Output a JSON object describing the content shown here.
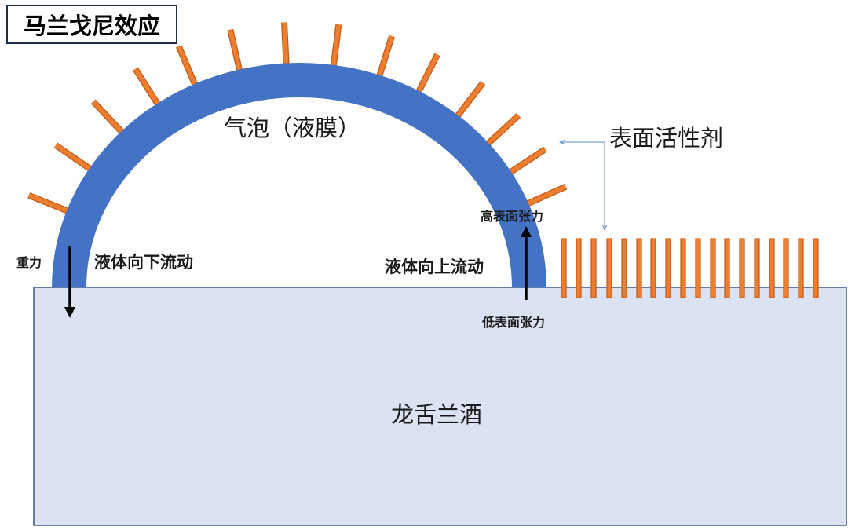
{
  "title": "马兰戈尼效应",
  "labels": {
    "bubble": "气泡（液膜）",
    "surfactant": "表面活性剂",
    "high_tension": "高表面张力",
    "low_tension": "低表面张力",
    "gravity": "重力",
    "flow_down": "液体向下流动",
    "flow_up": "液体向上流动",
    "liquid": "龙舌兰酒"
  },
  "colors": {
    "film": "#4472c4",
    "surfactant": "#ed7d31",
    "liquid": "#dbe2f1",
    "liquid_border": "#3b5a8c",
    "arrow": "#000000",
    "pointer": "#5b8bd0"
  },
  "icons": {
    "gravity_arrow": "arrow-down-icon",
    "upflow_arrow": "arrow-up-icon"
  }
}
